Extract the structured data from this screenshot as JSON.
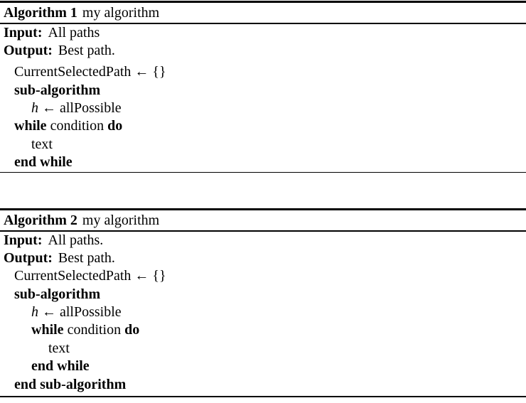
{
  "colors": {
    "background": "#ffffff",
    "text": "#000000",
    "rule": "#000000"
  },
  "algorithms": [
    {
      "caption_label": "Algorithm 1",
      "caption_title": "my algorithm",
      "input_label": "Input:",
      "input_text": "All paths",
      "output_label": "Output:",
      "output_text": "Best path.",
      "lines": [
        {
          "indent": 1,
          "segments": [
            {
              "t": "CurrentSelectedPath ← {}"
            }
          ]
        },
        {
          "indent": 1,
          "segments": [
            {
              "t": "sub-algorithm",
              "b": true
            }
          ]
        },
        {
          "indent": 2,
          "segments": [
            {
              "t": "h",
              "i": true
            },
            {
              "t": " ← allPossible"
            }
          ]
        },
        {
          "indent": 1,
          "segments": [
            {
              "t": "while",
              "b": true
            },
            {
              "t": " condition "
            },
            {
              "t": "do",
              "b": true
            }
          ]
        },
        {
          "indent": 2,
          "segments": [
            {
              "t": "text"
            }
          ]
        },
        {
          "indent": 1,
          "segments": [
            {
              "t": "end while",
              "b": true
            }
          ]
        }
      ]
    },
    {
      "caption_label": "Algorithm 2",
      "caption_title": "my algorithm",
      "input_label": "Input:",
      "input_text": "All paths.",
      "output_label": "Output:",
      "output_text": "Best path.",
      "lines": [
        {
          "indent": 1,
          "segments": [
            {
              "t": "CurrentSelectedPath ← {}"
            }
          ]
        },
        {
          "indent": 1,
          "segments": [
            {
              "t": "sub-algorithm",
              "b": true
            }
          ]
        },
        {
          "indent": 2,
          "segments": [
            {
              "t": "h",
              "i": true
            },
            {
              "t": " ← allPossible"
            }
          ]
        },
        {
          "indent": 2,
          "segments": [
            {
              "t": "while",
              "b": true
            },
            {
              "t": " condition "
            },
            {
              "t": "do",
              "b": true
            }
          ]
        },
        {
          "indent": 3,
          "segments": [
            {
              "t": "text"
            }
          ]
        },
        {
          "indent": 2,
          "segments": [
            {
              "t": "end while",
              "b": true
            }
          ]
        },
        {
          "indent": 1,
          "segments": [
            {
              "t": "end sub-algorithm",
              "b": true
            }
          ]
        }
      ]
    }
  ]
}
